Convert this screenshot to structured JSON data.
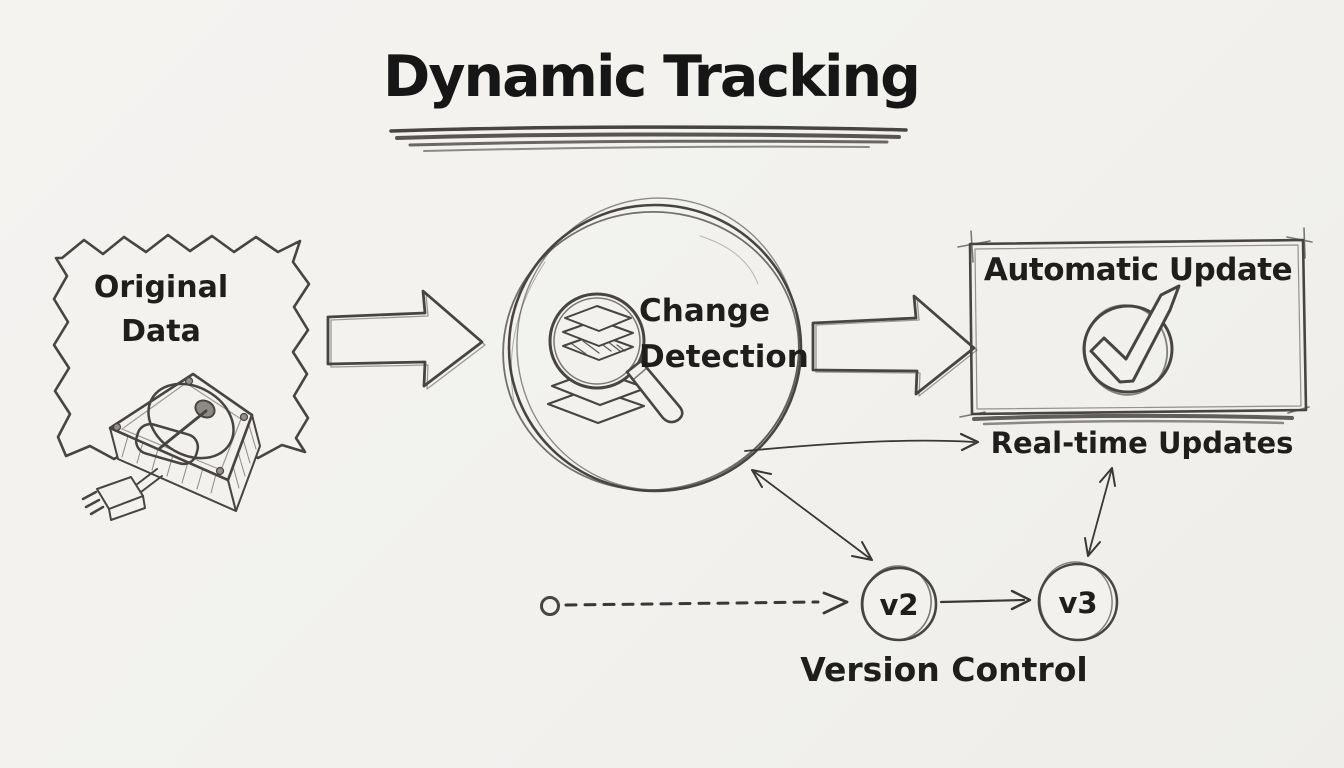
{
  "title": {
    "text": "Dynamic Tracking"
  },
  "flow": {
    "original_data": {
      "label": "Original Data",
      "icon": "hard-drive-icon"
    },
    "change_detection": {
      "label": "Change Detection",
      "icon": "magnifier-layers-icon"
    },
    "automatic_update": {
      "label": "Automatic Update",
      "icon": "check-circle-icon"
    }
  },
  "annotations": {
    "realtime_updates": {
      "label": "Real-time Updates"
    },
    "version_control": {
      "label": "Version Control",
      "versions": [
        {
          "label": "v2"
        },
        {
          "label": "v3"
        }
      ]
    }
  },
  "colors": {
    "background": "#f2f1ee",
    "ink": "#1f1e1d",
    "pencil": "#474441"
  }
}
